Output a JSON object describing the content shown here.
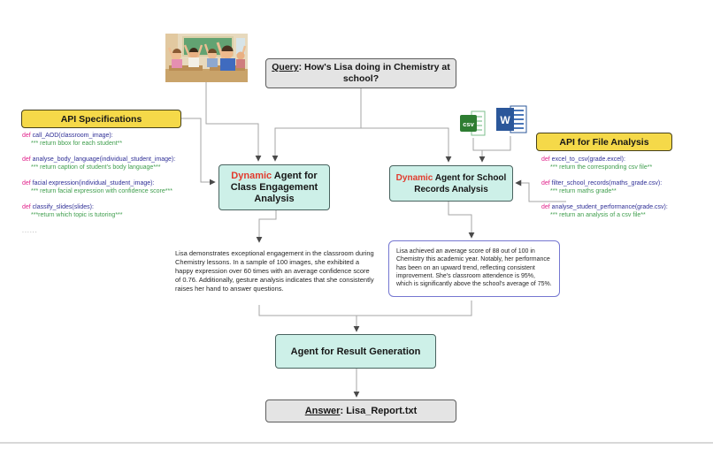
{
  "query_box": {
    "label": "Query",
    "text": ": How's Lisa doing in Chemistry at\nschool?"
  },
  "api_specifications": {
    "title": "API Specifications",
    "functions": [
      {
        "kw": "def",
        "sig": " call_AOD(classroom_image):",
        "comment": "*** return bbox for each student**"
      },
      {
        "kw": "def",
        "sig": " analyse_body_language(individual_student_image):",
        "comment": "*** return caption of student's body language***"
      },
      {
        "kw": "def",
        "sig": " facial expression(individual_student_image):",
        "comment": "*** return facial expression with confidence score***"
      },
      {
        "kw": "def",
        "sig": " classify_slides(slides):",
        "comment": "***return which topic is tutoring***"
      }
    ],
    "ellipsis": "......"
  },
  "api_file_analysis": {
    "title": "API for File Analysis",
    "functions": [
      {
        "kw": "def",
        "sig": " excel_to_csv(grade.excel):",
        "comment": "*** return the corresponding csv file**"
      },
      {
        "kw": "def",
        "sig": " filter_school_records(maths_grade.csv):",
        "comment": "*** return maths grade**"
      },
      {
        "kw": "def",
        "sig": " analyse_student_performance(grade.csv):",
        "comment": "*** return an analysis of a csv file**"
      }
    ]
  },
  "agents": {
    "class_engagement": {
      "highlight": "Dynamic",
      "rest": " Agent for\nClass Engagement\nAnalysis"
    },
    "school_records": {
      "highlight": "Dynamic",
      "rest": " Agent for School\nRecords Analysis"
    },
    "result_generation": {
      "label": "Agent for Result Generation"
    }
  },
  "results": {
    "class_engagement": "Lisa demonstrates exceptional engagement in the classroom during Chemistry lessons. In a sample of 100 images, she exhibited a happy expression over 60 times with an average confidence score of 0.76. Additionally, gesture analysis indicates that she consistently raises her hand to answer questions.",
    "school_records": "Lisa achieved an average score of 88 out of 100 in Chemistry this academic year. Notably, her performance has been on an upward trend, reflecting consistent improvement. She's classroom attendence is 95%, which is significantly above the school's average of 75%."
  },
  "answer_box": {
    "label": "Answer",
    "text": ": Lisa_Report.txt"
  },
  "file_icons": {
    "csv_label": "csv",
    "word_label": "W"
  },
  "colors": {
    "box_gray": "#e4e4e4",
    "box_yellow": "#f5d949",
    "box_teal": "#cdf0e8",
    "dynamic_red": "#e23b2e",
    "code_keyword": "#e0218a",
    "code_signature": "#2f2f96",
    "code_comment": "#3f9e4d",
    "result_box_border": "#7577d1",
    "csv_icon_green": "#2e7d32",
    "word_icon_blue": "#2b579a",
    "connector_gray": "#a6a6a6"
  }
}
